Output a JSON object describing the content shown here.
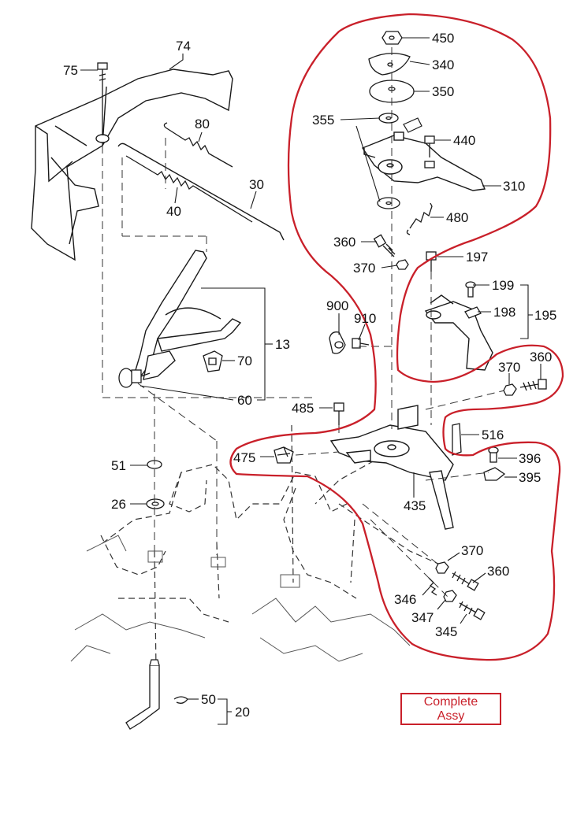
{
  "callouts": {
    "c450": "450",
    "c340": "340",
    "c350": "350",
    "c355": "355",
    "c440": "440",
    "c310": "310",
    "c480": "480",
    "c360a": "360",
    "c197": "197",
    "c370a": "370",
    "c199": "199",
    "c198": "198",
    "c195": "195",
    "c900": "900",
    "c910": "910",
    "c370b": "370",
    "c360b": "360",
    "c485": "485",
    "c516": "516",
    "c475": "475",
    "c396": "396",
    "c395": "395",
    "c435": "435",
    "c370c": "370",
    "c360c": "360",
    "c346": "346",
    "c347": "347",
    "c345": "345",
    "c74": "74",
    "c75": "75",
    "c80": "80",
    "c30": "30",
    "c40": "40",
    "c13": "13",
    "c70": "70",
    "c60": "60",
    "c51": "51",
    "c26": "26",
    "c50": "50",
    "c20": "20"
  },
  "note": {
    "line1": "Complete",
    "line2": "Assy"
  },
  "colors": {
    "ink": "#1a1a1a",
    "annotation": "#c9202a",
    "paper": "#ffffff"
  }
}
